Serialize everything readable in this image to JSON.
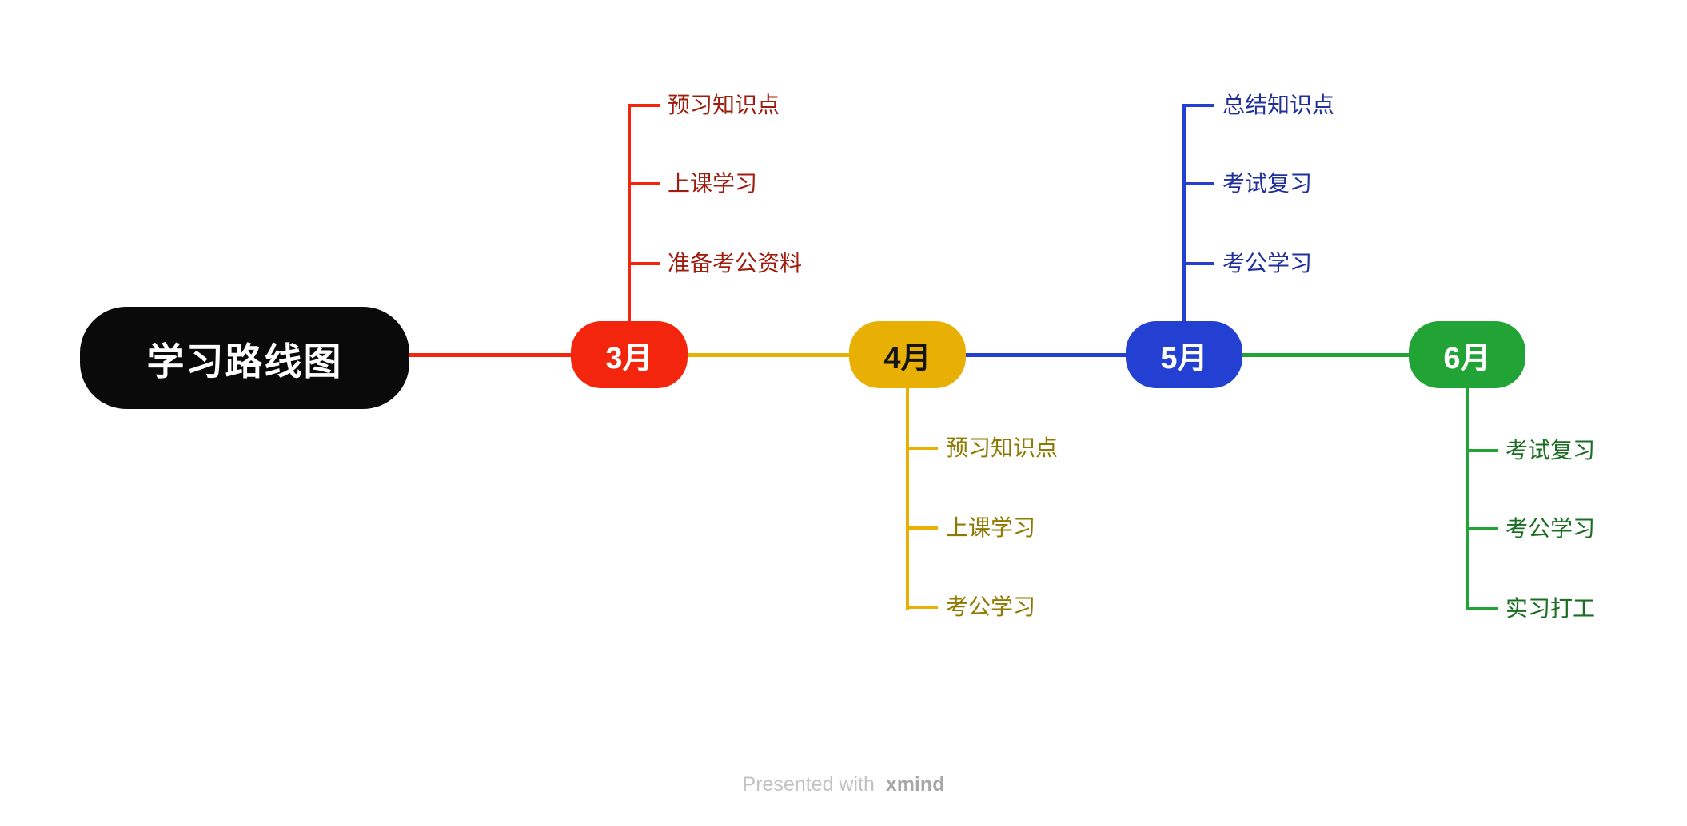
{
  "canvas": {
    "background": "#FFFFFF"
  },
  "main_topic": {
    "label": "学习路线图",
    "bg_color": "#0A0A0A",
    "text_color": "#FFFFFF"
  },
  "months": [
    {
      "label": "3月",
      "color": "#F3250D",
      "text_color": "#FFFFFF",
      "item_color": "#9E1D0E",
      "branch_direction": "up",
      "items": [
        "预习知识点",
        "上课学习",
        "准备考公资料"
      ]
    },
    {
      "label": "4月",
      "color": "#E8B005",
      "text_color": "#141414",
      "item_color": "#8F7A00",
      "branch_direction": "down",
      "items": [
        "预习知识点",
        "上课学习",
        "考公学习"
      ]
    },
    {
      "label": "5月",
      "color": "#2340D2",
      "text_color": "#FFFFFF",
      "item_color": "#20309B",
      "branch_direction": "up",
      "items": [
        "总结知识点",
        "考试复习",
        "考公学习"
      ]
    },
    {
      "label": "6月",
      "color": "#21A335",
      "text_color": "#FFFFFF",
      "item_color": "#1A6E22",
      "branch_direction": "down",
      "items": [
        "考试复习",
        "考公学习",
        "实习打工"
      ]
    }
  ],
  "footer": {
    "prefix": "Presented with",
    "brand": "xmind"
  }
}
